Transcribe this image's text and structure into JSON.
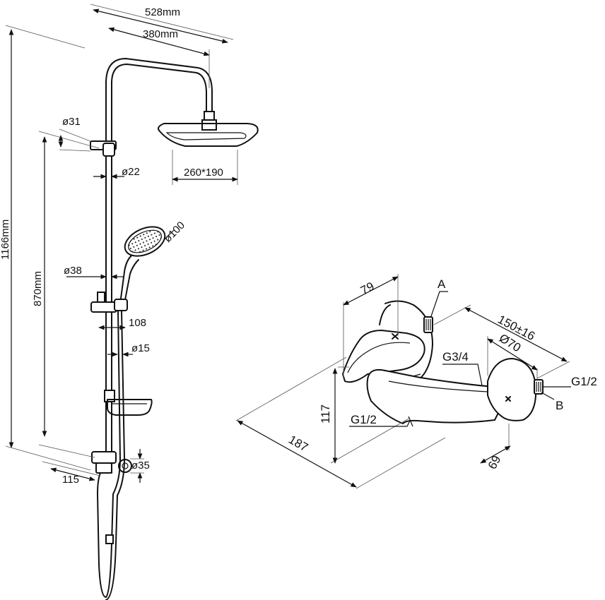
{
  "left_view": {
    "total_width": "528mm",
    "arm_length": "380mm",
    "total_height": "1166mm",
    "bar_height": "870mm",
    "top_tube_diameter": "ø31",
    "riser_diameter": "ø22",
    "head_size": "260*190",
    "hand_shower_diameter": "ø100",
    "holder_diameter": "ø38",
    "holder_offset": "108",
    "hand_tube_diameter": "ø15",
    "bracket_diameter": "ø35",
    "wall_offset": "115"
  },
  "right_view": {
    "depth_79": "79",
    "port_a": "A",
    "centers": "150±16",
    "escutcheon": "Ø70",
    "inlet_g34": "G3/4",
    "inlet_g12_right": "G1/2",
    "port_b": "B",
    "height_117": "117",
    "outlet_g12": "G1/2",
    "width_187": "187",
    "depth_69": "69"
  }
}
